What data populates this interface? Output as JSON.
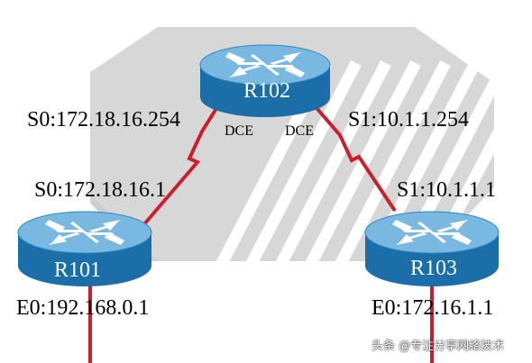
{
  "colors": {
    "link": "#c9202f",
    "router_top": "#79b8e0",
    "router_side": "#1c6ea8",
    "router_text": "#ffffff",
    "backdrop": "#d7d7d7"
  },
  "routers": {
    "r102": {
      "name": "R102",
      "icon": "router-icon"
    },
    "r101": {
      "name": "R101",
      "icon": "router-icon"
    },
    "r103": {
      "name": "R103",
      "icon": "router-icon"
    }
  },
  "interfaces": {
    "r102_s0": "S0:172.18.16.254",
    "r102_s1": "S1:10.1.1.254",
    "r101_s0": "S0:172.18.16.1",
    "r103_s1": "S1:10.1.1.1",
    "r101_e0": "E0:192.168.0.1",
    "r103_e0": "E0:172.16.1.1"
  },
  "dce_labels": {
    "left": "DCE",
    "right": "DCE"
  },
  "watermark": "头条 @专注分享网络技术"
}
